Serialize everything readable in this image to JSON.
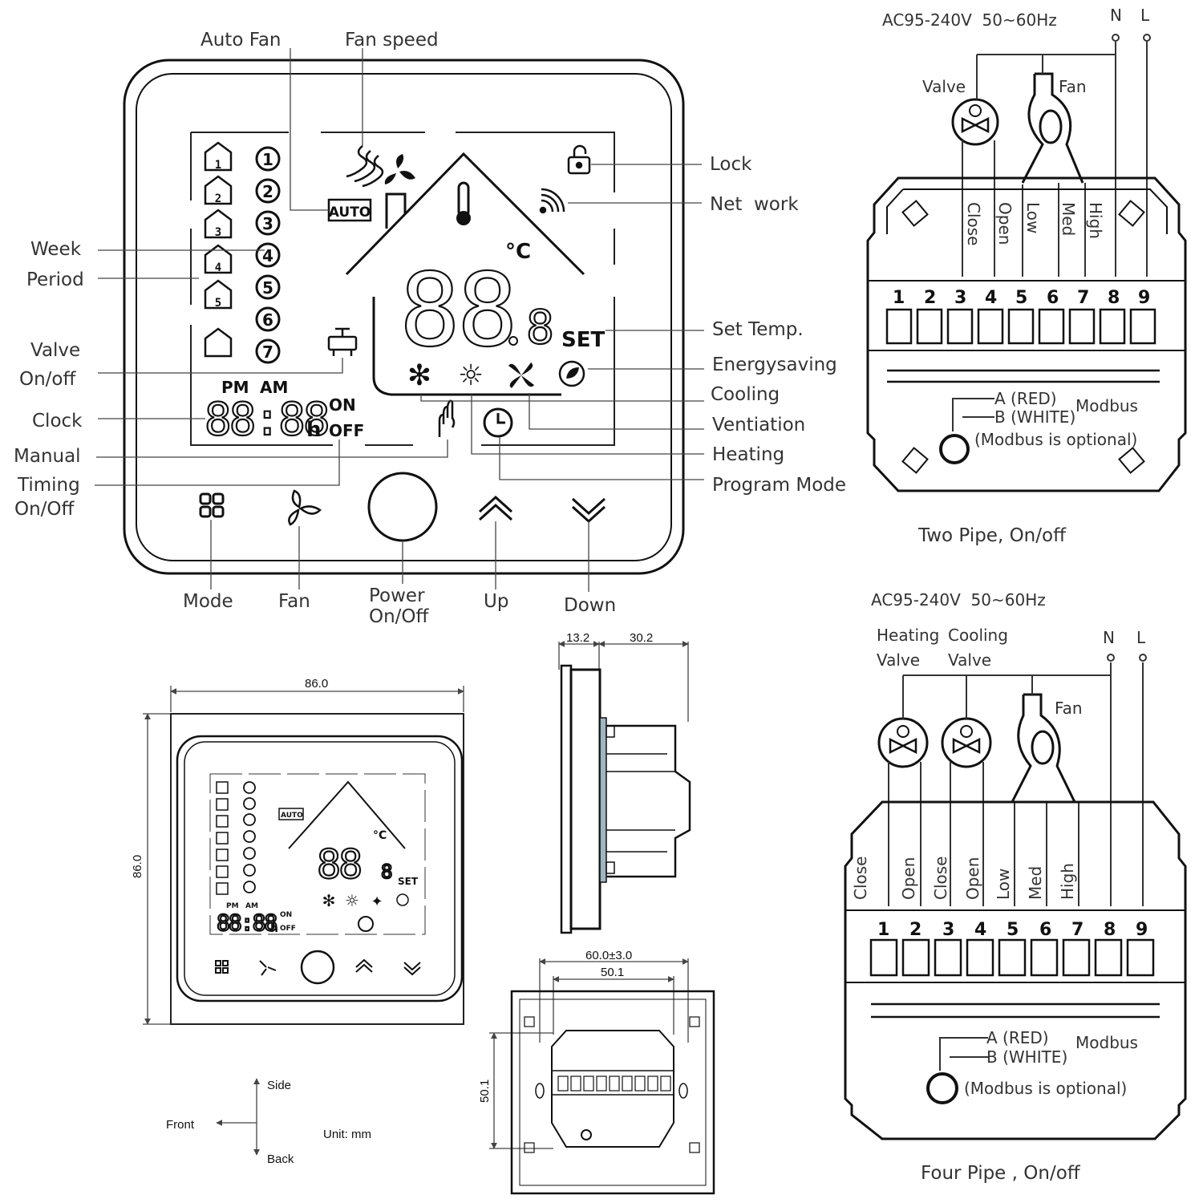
{
  "display": {
    "lcd_auto": "AUTO",
    "lcd_pm": "PM",
    "lcd_am": "AM",
    "lcd_clock": "88:88",
    "lcd_h": "h",
    "lcd_on": "ON",
    "lcd_off": "OFF",
    "lcd_set": "SET",
    "lcd_unit": "°C",
    "lcd_temp": "88",
    "lcd_decimal": "8",
    "periods": [
      "1",
      "2",
      "3",
      "4",
      "5",
      "6",
      "7"
    ]
  },
  "callouts_top": {
    "auto_fan": "Auto Fan",
    "fan_speed": "Fan speed"
  },
  "callouts_left": {
    "week": "Week",
    "period": "Period",
    "valve1": "Valve",
    "valve2": "On/off",
    "clock": "Clock",
    "manual": "Manual",
    "timing1": "Timing",
    "timing2": "On/Off"
  },
  "callouts_right": {
    "lock": "Lock",
    "network": "Net  work",
    "set_temp": "Set Temp.",
    "energysaving": "Energysaving",
    "cooling": "Cooling",
    "ventiation": "Ventiation",
    "heating": "Heating",
    "program_mode": "Program Mode"
  },
  "buttons": {
    "mode": "Mode",
    "fan": "Fan",
    "power1": "Power",
    "power2": "On/Off",
    "up": "Up",
    "down": "Down"
  },
  "wiring_two": {
    "supply": "AC95-240V  50~60Hz",
    "n": "N",
    "l": "L",
    "valve": "Valve",
    "fan": "Fan",
    "terminals": [
      "Close",
      "Open",
      "Low",
      "Med",
      "High"
    ],
    "numbers": [
      "1",
      "2",
      "3",
      "4",
      "5",
      "6",
      "7",
      "8",
      "9"
    ],
    "modbus_a": "A (RED)",
    "modbus_b": "B (WHITE)",
    "modbus": "Modbus",
    "modbus_opt": "(Modbus is optional)",
    "caption": "Two Pipe, On/off"
  },
  "wiring_four": {
    "supply": "AC95-240V  50~60Hz",
    "n": "N",
    "l": "L",
    "heating1": "Heating",
    "heating2": "Valve",
    "cooling1": "Cooling",
    "cooling2": "Valve",
    "fan": "Fan",
    "terminals": [
      "Close",
      "Open",
      "Close",
      "Open",
      "Low",
      "Med",
      "High"
    ],
    "numbers": [
      "1",
      "2",
      "3",
      "4",
      "5",
      "6",
      "7",
      "8",
      "9"
    ],
    "modbus_a": "A (RED)",
    "modbus_b": "B (WHITE)",
    "modbus": "Modbus",
    "modbus_opt": "(Modbus is optional)",
    "caption": "Four Pipe , On/off"
  },
  "dimensions": {
    "width": "86.0",
    "height": "86.0",
    "depth_a": "13.2",
    "depth_b": "30.2",
    "back_outer": "60.0±3.0",
    "back_inner": "50.1",
    "back_height": "50.1",
    "unit": "Unit: mm",
    "side": "Side",
    "front": "Front",
    "back": "Back"
  }
}
